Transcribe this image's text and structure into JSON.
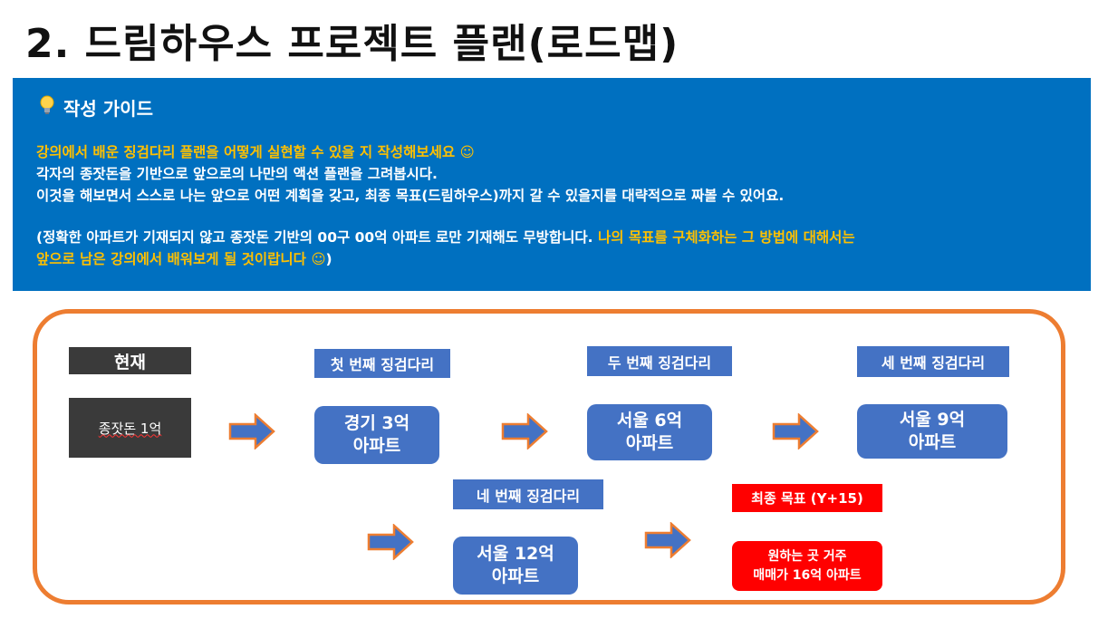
{
  "title": "2. 드림하우스 프로젝트 플랜(로드맵)",
  "guide": {
    "heading": "작성 가이드",
    "line1": "강의에서 배운 징검다리 플랜을 어떻게 실현할 수 있을 지 작성해보세요 ☺",
    "line2": "각자의 종잣돈을 기반으로 앞으로의 나만의 액션 플랜을 그려봅시다.",
    "line3": "이것을 해보면서 스스로 나는 앞으로 어떤 계획을 갖고, 최종 목표(드림하우스)까지 갈 수 있을지를 대략적으로 짜볼 수 있어요.",
    "line4_white": "(정확한 아파트가 기재되지 않고 종잣돈 기반의 00구 00억 아파트 로만 기재해도 무방합니다. ",
    "line4_yellow": "나의 목표를 구체화하는 그 방법에 대해서는",
    "line5_yellow": "앞으로 남은 강의에서 배워보게 될 것이랍니다 ☺",
    "line5_white": ")"
  },
  "roadmap": {
    "current_label": "현재",
    "current_value": "종잣돈 1억",
    "step1_label": "첫 번째 징검다리",
    "step1_l1": "경기 3억",
    "step1_l2": "아파트",
    "step2_label": "두 번째 징검다리",
    "step2_l1": "서울 6억",
    "step2_l2": "아파트",
    "step3_label": "세 번째 징검다리",
    "step3_l1": "서울 9억",
    "step3_l2": "아파트",
    "step4_label": "네 번째 징검다리",
    "step4_l1": "서울 12억",
    "step4_l2": "아파트",
    "goal_label": "최종 목표 (Y+15)",
    "goal_l1": "원하는 곳 거주",
    "goal_l2": "매매가 16억 아파트"
  },
  "colors": {
    "guide_bg": "#0070C0",
    "highlight_text": "#FFC000",
    "frame_border": "#ED7D31",
    "step_box": "#4472C4",
    "goal_box": "#FF0000",
    "current_box": "#3A3A3A"
  }
}
